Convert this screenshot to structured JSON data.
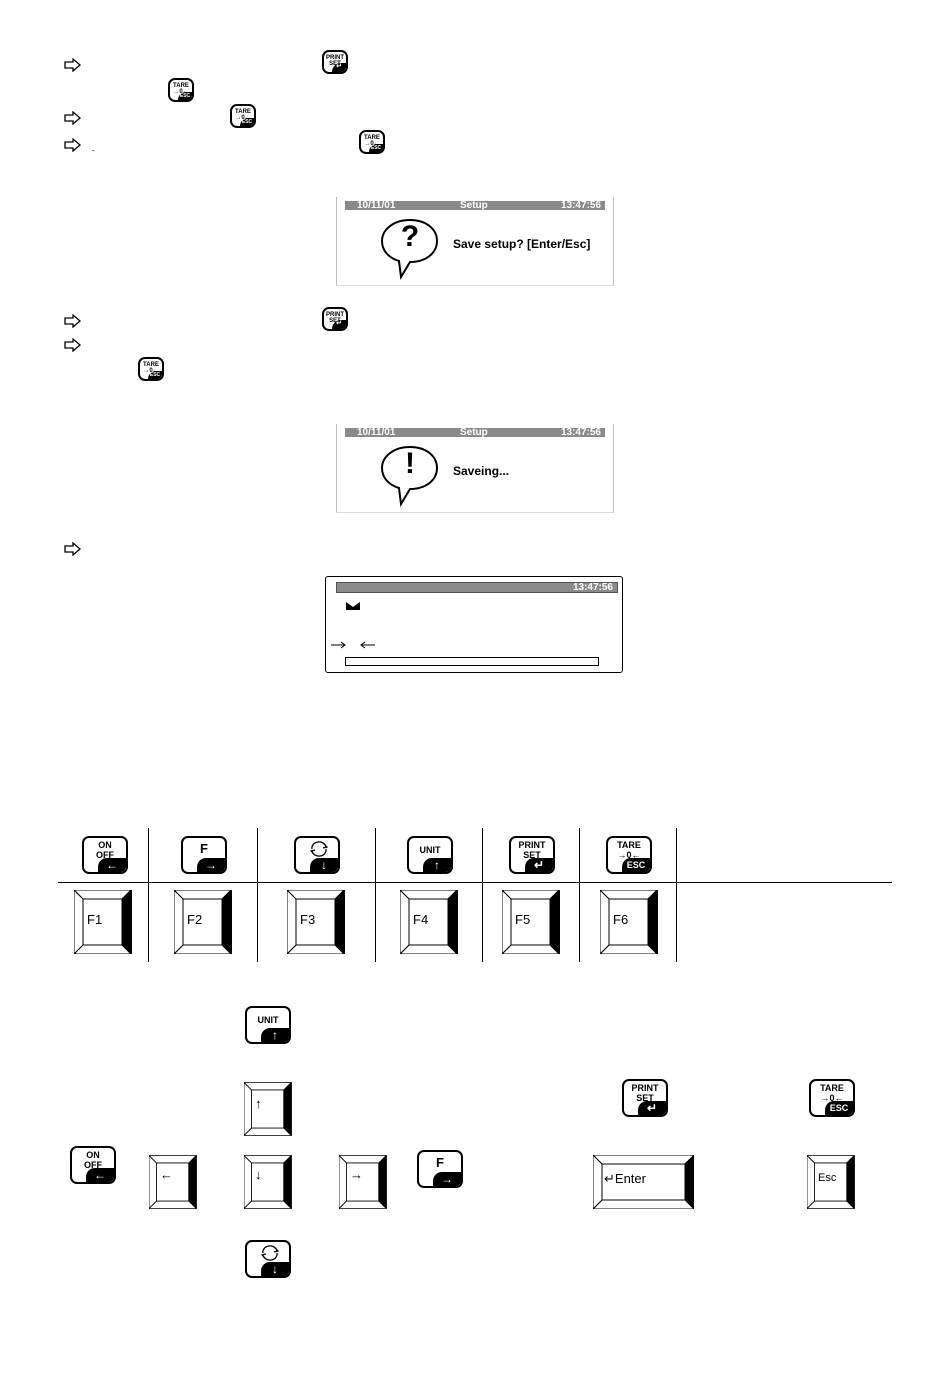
{
  "keys": {
    "print_top": "PRINT",
    "print_mid": "SET",
    "print_bot": "↵",
    "tare_top": "TARE",
    "tare_mid": "→0←",
    "tare_bot": "ESC",
    "on_top": "ON",
    "on_mid": "OFF",
    "on_bot": "←",
    "f_top": "F",
    "f_bot": "→",
    "cycle_bot": "↓",
    "unit_top": "UNIT",
    "unit_bot": "↑"
  },
  "steps": {
    "stray_mark": "-"
  },
  "screen1": {
    "date": "10/11/01",
    "title": "Setup",
    "time": "13:47:56",
    "bubble_symbol": "?",
    "message": "Save setup? [Enter/Esc]"
  },
  "screen2": {
    "date": "10/11/01",
    "title": "Setup",
    "time": "13:47:56",
    "bubble_symbol": "!",
    "message": "Saveing..."
  },
  "screen3": {
    "time": "13:47:56"
  },
  "keyboard": {
    "f_keys": [
      "F1",
      "F2",
      "F3",
      "F4",
      "F5",
      "F6"
    ],
    "up": "↑",
    "left": "←",
    "down": "↓",
    "right": "→",
    "enter": "↵Enter",
    "esc": "Esc"
  }
}
